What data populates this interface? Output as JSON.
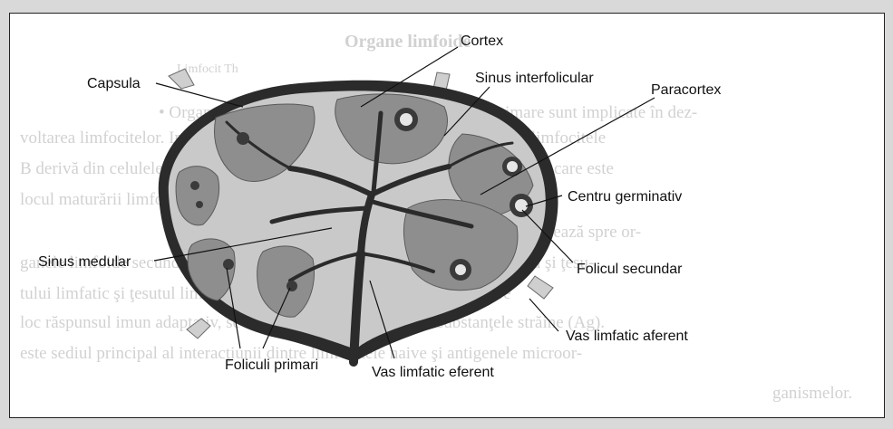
{
  "background_text": {
    "heading": "Organe limfoide",
    "faint_caption": "Limfocit Th",
    "lines": [
      "• Organele limfoide primare. Organele limfoide primare sunt implicate în dez-",
      "voltarea limfocitelor. Includ măduva hematogenă şi timusul. Celulele T şi limfocitele",
      "B derivă din celulele stem şi migrează în organele limfoide primare: timusul, care este",
      "locul maturării limfocitelor T.",
      "Organele limfoide secundare. Limfocitele mature migrează spre or-",
      "ganele limfoide secundare. În aceste organe sunt ganglionii limfatici, splina şi ţesu-",
      "tului limfatic şi ţesutul limfoid asociat mucoaselor. În aceste organe are",
      "loc răspunsul imun adaptativ, se captează şi se concentrează substanţele străine (Ag).",
      "este sediul principal al interacţiunii dintre limfocitele naive şi antigenele microor-",
      "ganismelor."
    ]
  },
  "labels": {
    "cortex": "Cortex",
    "capsula": "Capsula",
    "sinus_interfolicular": "Sinus interfolicular",
    "paracortex": "Paracortex",
    "centru_germinativ": "Centru germinativ",
    "sinus_medular": "Sinus medular",
    "folicul_secundar": "Folicul secundar",
    "vas_limfatic_aferent": "Vas limfatic aferent",
    "foliculi_primari": "Foliculi primari",
    "vas_limfatic_eferent": "Vas limfatic eferent"
  },
  "colors": {
    "capsule": "#2b2b2b",
    "sinus": "#c9c9c9",
    "cortex_lobe": "#8e8e8e",
    "follicle": "#e6e6e6",
    "text": "#111111"
  }
}
